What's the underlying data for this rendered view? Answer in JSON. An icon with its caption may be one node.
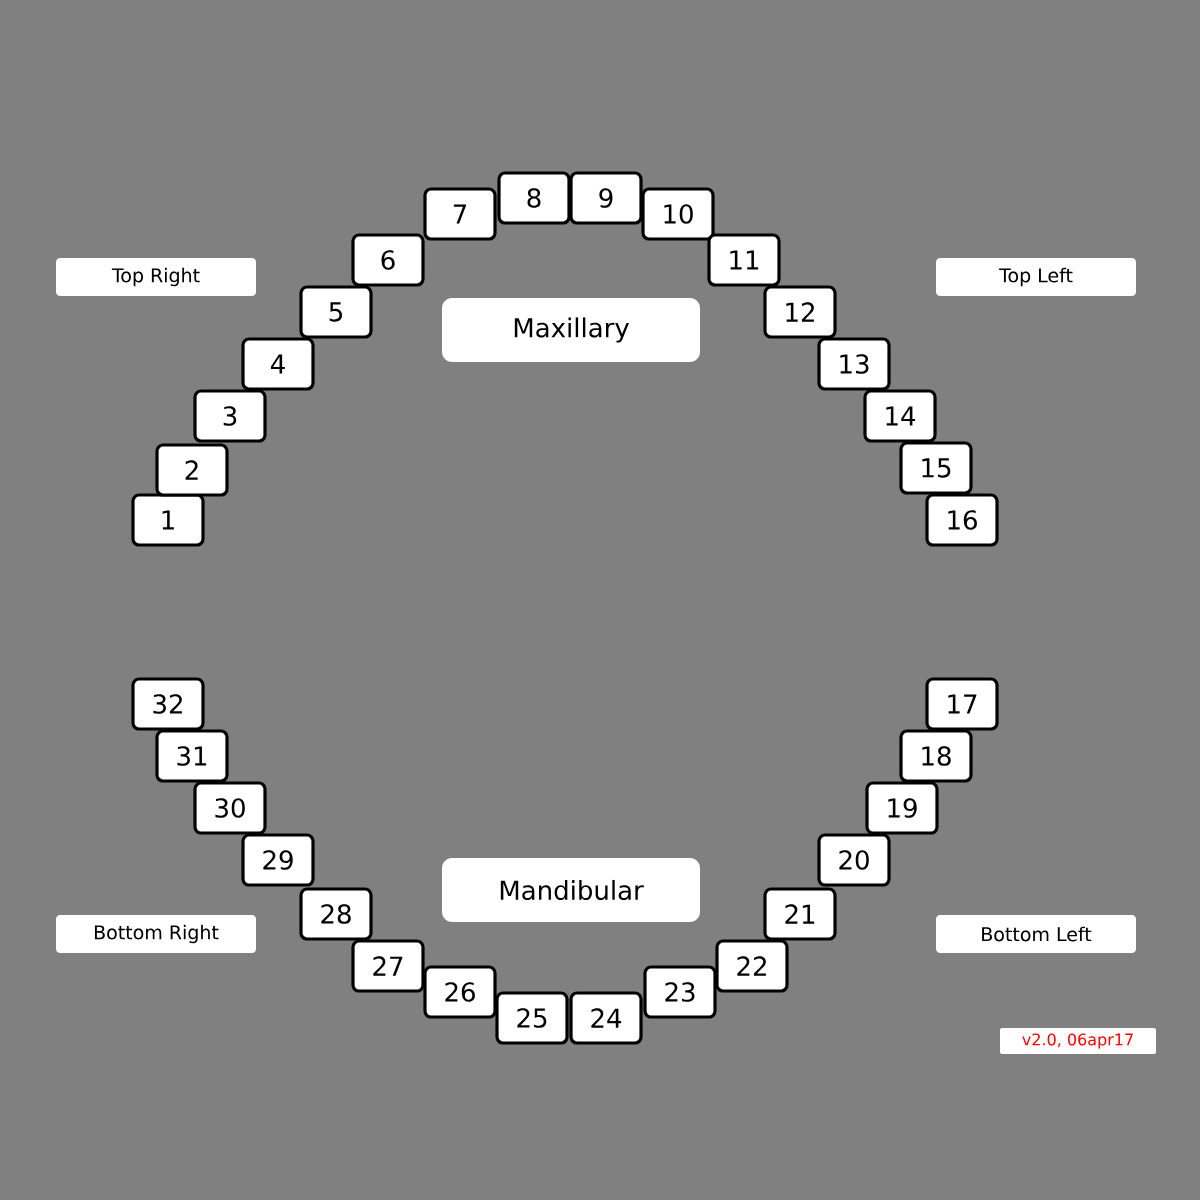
{
  "diagram": {
    "nodes": [
      {
        "text": [
          "1"
        ]
      },
      {
        "text": [
          "2"
        ]
      },
      {
        "text": [
          "3"
        ]
      },
      {
        "text": [
          "4"
        ]
      },
      {
        "text": [
          "5"
        ]
      },
      {
        "text": [
          "6"
        ]
      },
      {
        "text": [
          "7"
        ]
      },
      {
        "text": [
          "8"
        ]
      },
      {
        "text": [
          "9"
        ]
      },
      {
        "text": [
          "10"
        ]
      },
      {
        "text": [
          "11"
        ]
      },
      {
        "text": [
          "12"
        ]
      },
      {
        "text": [
          "13"
        ]
      },
      {
        "text": [
          "14"
        ]
      },
      {
        "text": [
          "15"
        ]
      },
      {
        "text": [
          "16"
        ]
      },
      {
        "text": [
          "17"
        ]
      },
      {
        "text": [
          "18"
        ]
      },
      {
        "text": [
          "19"
        ]
      },
      {
        "text": [
          "20"
        ]
      },
      {
        "text": [
          "21"
        ]
      },
      {
        "text": [
          "22"
        ]
      },
      {
        "text": [
          "23"
        ]
      },
      {
        "text": [
          "24"
        ]
      },
      {
        "text": [
          "25"
        ]
      },
      {
        "text": [
          "26"
        ]
      },
      {
        "text": [
          "27"
        ]
      },
      {
        "text": [
          "28"
        ]
      },
      {
        "text": [
          "29"
        ]
      },
      {
        "text": [
          "30"
        ]
      },
      {
        "text": [
          "31"
        ]
      },
      {
        "text": [
          "32"
        ]
      },
      {
        "text": [
          "Maxillary"
        ]
      },
      {
        "text": [
          "Mandibular"
        ]
      },
      {
        "text": [
          "Top Right"
        ]
      },
      {
        "text": [
          "Top Left"
        ]
      },
      {
        "text": [
          "Bottom Right"
        ]
      },
      {
        "text": [
          "Bottom Left"
        ]
      },
      {
        "text": [
          "v2.0, 06apr17"
        ]
      }
    ]
  }
}
